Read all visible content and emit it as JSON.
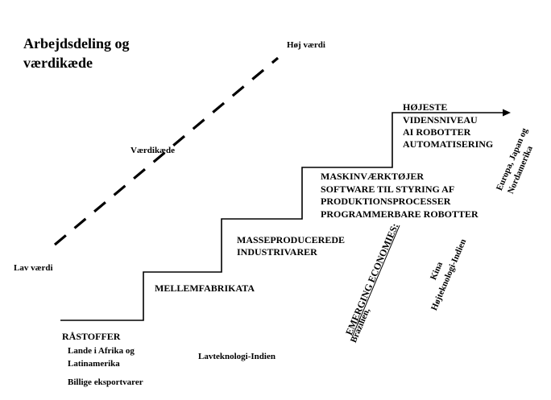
{
  "title_lines": [
    "Arbejdsdeling og",
    "værdikæde"
  ],
  "value_chain": {
    "high_label": "Høj værdi",
    "middle_label": "Værdikæde",
    "low_label": "Lav værdi"
  },
  "steps": {
    "raw_materials": {
      "heading": "RÅSTOFFER",
      "line1": "Lande i Afrika og",
      "line2": "Latinamerika",
      "line3": "Billige eksportvarer"
    },
    "intermediate": {
      "heading": "MELLEMFABRIKATA"
    },
    "mass_produced": {
      "line1": "MASSEPRODUCEREDE",
      "line2": "INDUSTRIVARER"
    },
    "machine_tools": {
      "line1": "MASKINVÆRKTØJER",
      "line2": "SOFTWARE  TIL STYRING AF",
      "line3": "PRODUKTIONSPROCESSER",
      "line4": "PROGRAMMERBARE ROBOTTER"
    },
    "highest": {
      "line1": "HØJESTE",
      "line2": "VIDENSNIVEAU",
      "line3": "AI   ROBOTTER",
      "line4": "AUTOMATISERING"
    }
  },
  "regions": {
    "low_tech": "Lavteknologi-Indien",
    "emerging_heading": "EMERGING ECONOMIES:",
    "emerging_countries": "Brazilien,",
    "china": "Kina",
    "high_tech": "Højteknologi-Indien",
    "developed_line1": "Europa,  Japan og",
    "developed_line2": "Nordamerika"
  }
}
